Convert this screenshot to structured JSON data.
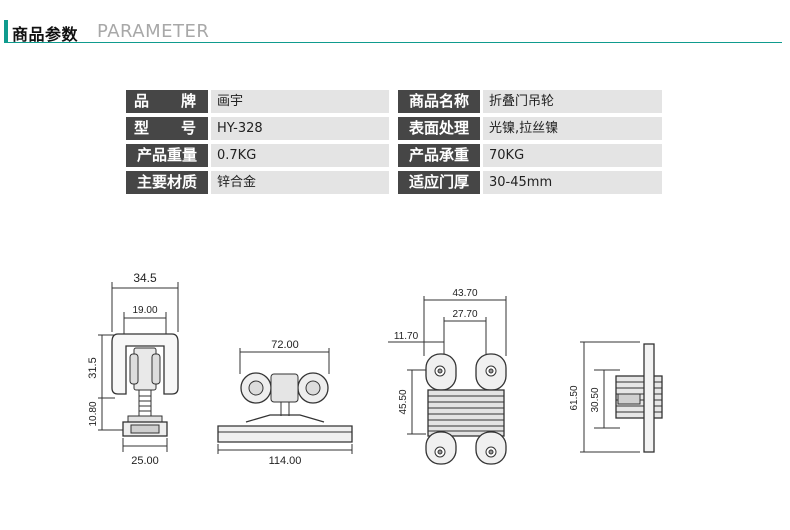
{
  "header": {
    "title_cn": "商品参数",
    "title_en": "PARAMETER"
  },
  "params": [
    {
      "label1": "品 牌",
      "value1": "画宇",
      "label2": "商品名称",
      "value2": "折叠门吊轮"
    },
    {
      "label1": "型 号",
      "value1": "HY-328",
      "label2": "表面处理",
      "value2": "光镍,拉丝镍"
    },
    {
      "label1": "产品重量",
      "value1": "0.7KG",
      "label2": "产品承重",
      "value2": "70KG"
    },
    {
      "label1": "主要材质",
      "value1": "锌合金",
      "label2": "适应门厚",
      "value2": "30-45mm"
    }
  ],
  "dims": {
    "d1_top": "34.5",
    "d1_inner": "19.00",
    "d1_left": "31.5",
    "d1_stem": "10.80",
    "d1_bottom": "25.00",
    "d2_top": "72.00",
    "d2_bottom": "114.00",
    "d3_top": "43.70",
    "d3_mid": "27.70",
    "d3_left": "11.70",
    "d3_side": "45.50",
    "d4_outer": "61.50",
    "d4_inner": "30.50"
  },
  "colors": {
    "accent": "#0f9b8e",
    "label_bg": "#464646",
    "value_bg": "#e4e4e4"
  }
}
